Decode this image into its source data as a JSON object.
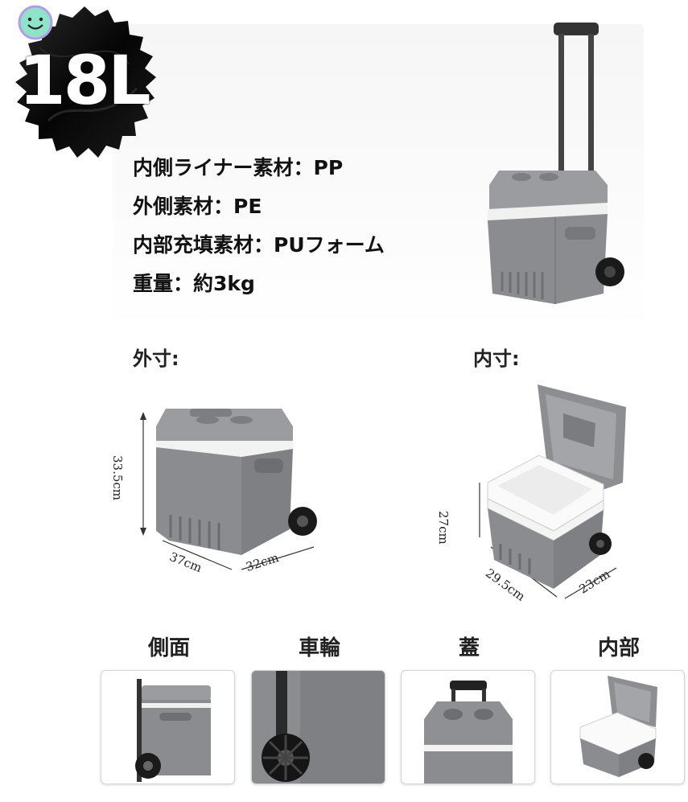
{
  "badge": {
    "capacity": "18L",
    "sticker_icon": "smiley-icon"
  },
  "specs": {
    "liner": "内側ライナー素材：PP",
    "outer": "外側素材：PE",
    "filling": "内部充填素材：PUフォーム",
    "weight": "重量：約3kg"
  },
  "outer_dims": {
    "title": "外寸:",
    "height": "33.5cm",
    "width": "37cm",
    "depth": "32cm"
  },
  "inner_dims": {
    "title": "内寸:",
    "height": "27cm",
    "width": "29.5cm",
    "depth": "23cm"
  },
  "thumbnails": [
    {
      "label": "側面"
    },
    {
      "label": "車輪"
    },
    {
      "label": "蓋"
    },
    {
      "label": "内部"
    }
  ],
  "colors": {
    "body": "#8a8c90",
    "lid": "#9a9ca0",
    "stripe": "#f2f2f2",
    "wheel": "#1a1a1a",
    "badge": "#0c0c0c"
  }
}
